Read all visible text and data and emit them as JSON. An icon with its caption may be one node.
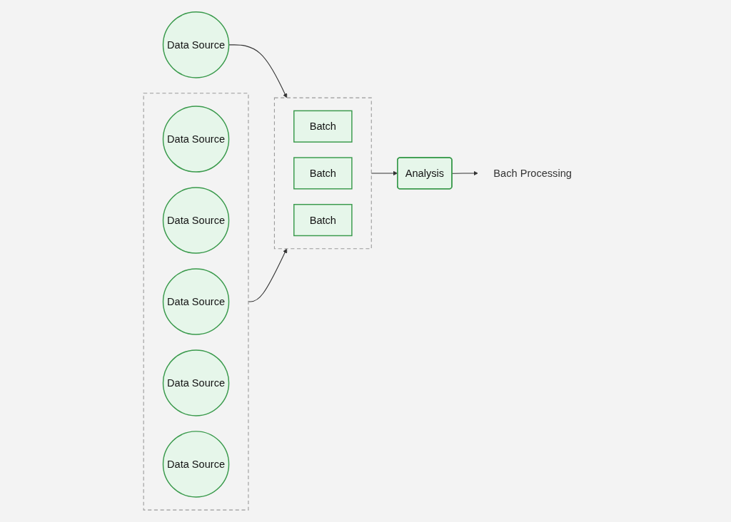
{
  "diagram": {
    "nodes": [
      {
        "text": [
          "Data Source"
        ]
      },
      {
        "text": [],
        "shape": "box"
      },
      {
        "text": [
          "Batch"
        ],
        "in": 1
      },
      {
        "text": [
          "Batch"
        ],
        "in": 1
      },
      {
        "text": [
          "Batch"
        ],
        "in": 1
      },
      {
        "text": [
          "Analysis"
        ]
      },
      {
        "text": [
          "Bach Processing"
        ]
      },
      {
        "text": [],
        "shape": "box"
      },
      {
        "text": [
          "Data Source"
        ],
        "in": 7
      },
      {
        "text": [
          "Data Source"
        ],
        "in": 7
      },
      {
        "text": [
          "Data Source"
        ],
        "in": 7
      },
      {
        "text": [
          "Data Source"
        ],
        "in": 7
      },
      {
        "text": [
          "Data Source"
        ],
        "in": 7
      }
    ],
    "edges": [
      {
        "from": 0,
        "to": 1,
        "arrow": "to"
      },
      {
        "from": 1,
        "to": 5,
        "arrow": "to"
      },
      {
        "from": 5,
        "to": 6,
        "arrow": "to"
      },
      {
        "from": 7,
        "to": 1,
        "arrow": "to"
      }
    ]
  }
}
